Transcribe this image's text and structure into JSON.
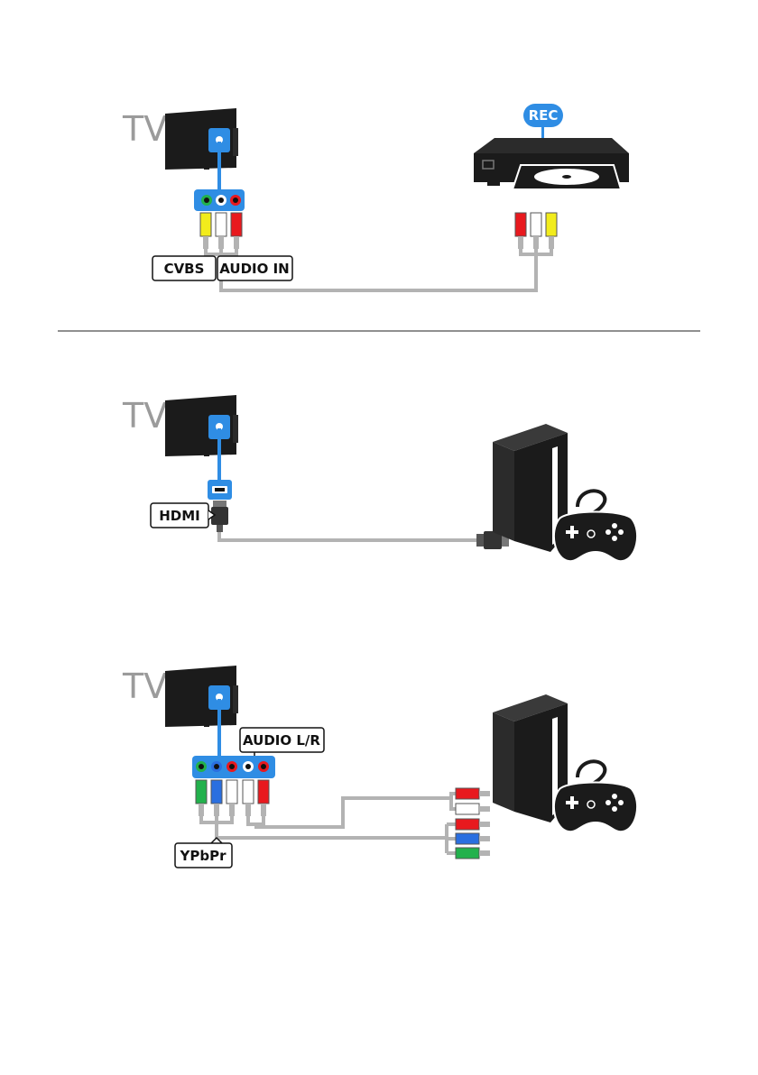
{
  "diagram1": {
    "tv_label": "TV",
    "recorder_badge": "REC",
    "label_cvbs": "CVBS",
    "label_audio_in": "AUDIO IN"
  },
  "diagram2": {
    "tv_label": "TV",
    "label_hdmi": "HDMI"
  },
  "diagram3": {
    "tv_label": "TV",
    "label_audio_lr": "AUDIO L/R",
    "label_ypbpr": "YPbPr"
  },
  "colors": {
    "port_blue": "#2f8de4",
    "device_black": "#1b1b1b",
    "cable_gray": "#b3b3b3",
    "label_gray": "#9b9b9b",
    "red": "#e8191e",
    "green": "#22b14c",
    "blue": "#2a6fe0",
    "yellow": "#f2ec1c",
    "white": "#ffffff"
  }
}
